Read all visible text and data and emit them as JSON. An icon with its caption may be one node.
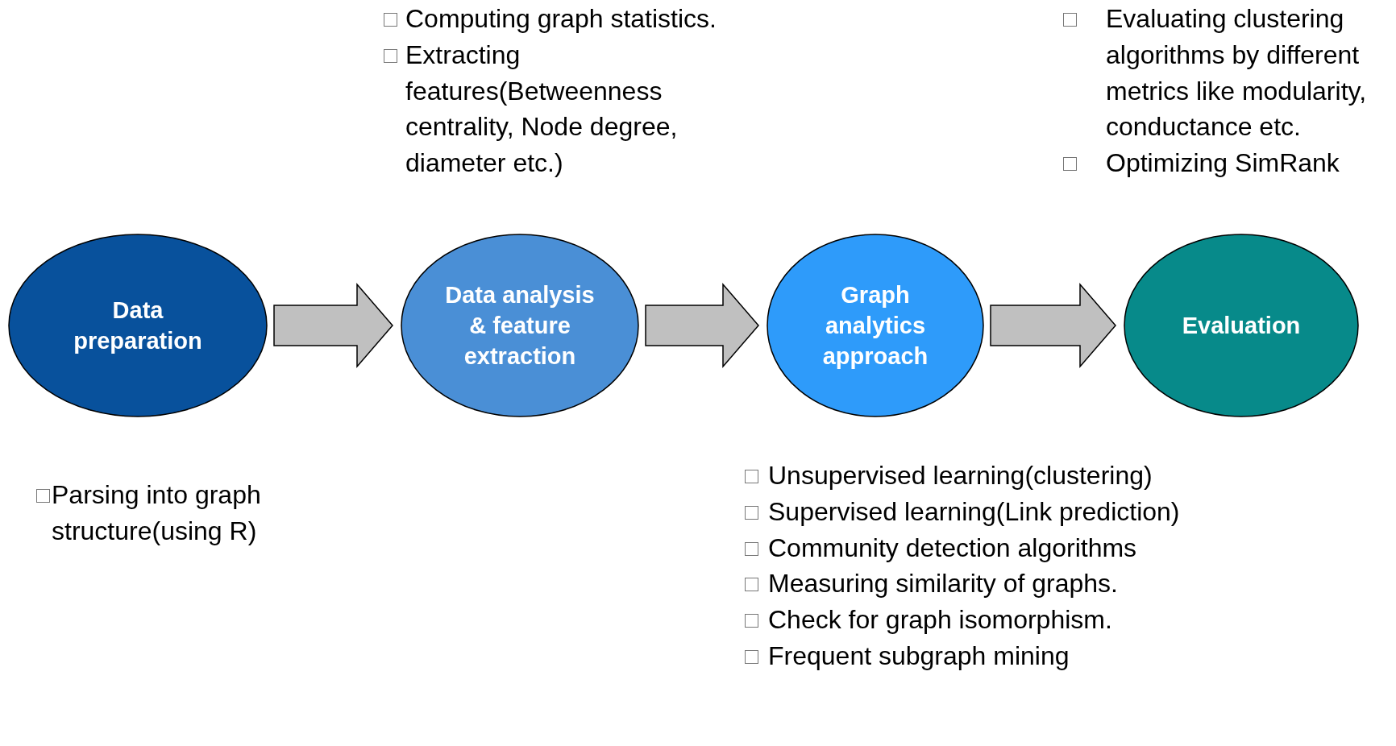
{
  "diagram": {
    "nodes": [
      {
        "text": [
          "Data preparation"
        ],
        "beside": [
          "Parsing into graph structure(using R)"
        ]
      },
      {
        "text": [
          "Data analysis & feature extraction"
        ],
        "beside": [
          "Computing graph statistics.",
          "Extracting features(Betweenness centrality, Node degree, diameter etc.)"
        ]
      },
      {
        "text": [
          "Graph analytics approach"
        ],
        "beside": [
          "Unsupervised learning(clustering)",
          "Supervised learning(Link prediction)",
          "Community detection algorithms",
          "Measuring similarity of graphs.",
          "Check for graph isomorphism.",
          "Frequent subgraph mining"
        ]
      },
      {
        "text": [
          "Evaluation"
        ],
        "beside": [
          "Evaluating clustering algorithms by different metrics like modularity, conductance etc.",
          "Optimizing SimRank"
        ]
      }
    ],
    "edges": [
      {
        "from": 0,
        "to": 1,
        "arrow": "to"
      },
      {
        "from": 1,
        "to": 2,
        "arrow": "to"
      },
      {
        "from": 2,
        "to": 3,
        "arrow": "to"
      }
    ]
  }
}
